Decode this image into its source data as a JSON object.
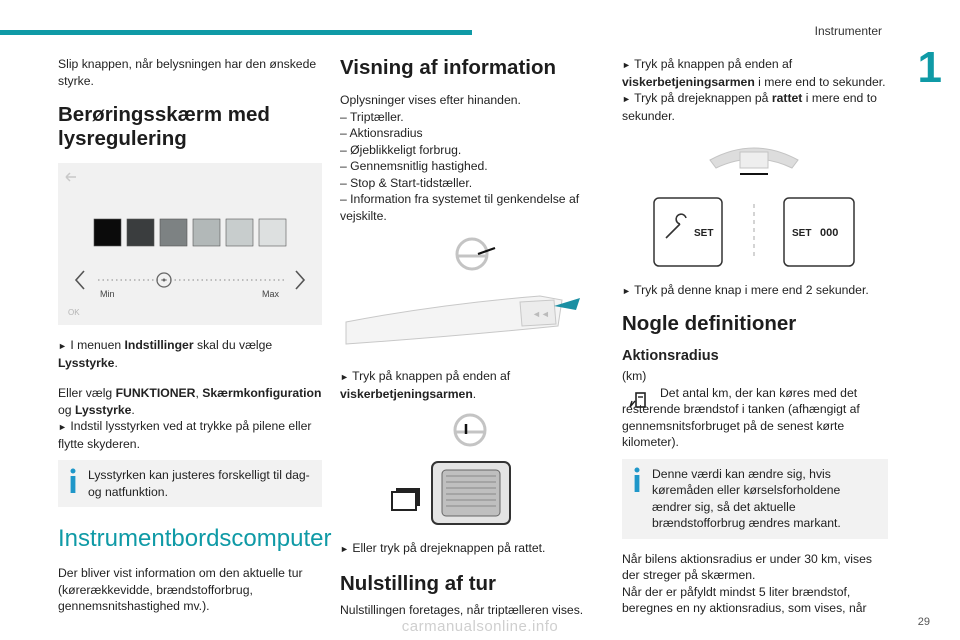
{
  "header": {
    "section": "Instrumenter",
    "chapter": "1",
    "page": "29"
  },
  "watermark": "carmanualsonline.info",
  "col1": {
    "intro": "Slip knappen, når belysningen har den ønskede styrke.",
    "heading": "Berøringsskærm med lysregulering",
    "screen": {
      "min_label": "Min",
      "max_label": "Max",
      "ok_label": "OK",
      "swatch_colors": [
        "#0b0b0b",
        "#3a3d3e",
        "#7d8283",
        "#b2b8b8",
        "#c8cdcd",
        "#dde0e0"
      ]
    },
    "step1_pre": "I menuen ",
    "step1_bold": "Indstillinger",
    "step1_post": " skal du vælge",
    "step1_bold2": "Lysstyrke",
    "or_pre": "Eller vælg ",
    "or_b1": "FUNKTIONER",
    "or_sep": ", ",
    "or_b2": "Skærmkonfiguration",
    "or_mid": " og ",
    "or_b3": "Lysstyrke",
    "step2": "Indstil lysstyrken ved at trykke på pilene eller flytte skyderen.",
    "note": "Lysstyrken kan justeres forskelligt til dag- og natfunktion.",
    "heading2": "Instrumentbordscomputer",
    "para": "Der bliver vist information om den aktuelle tur (kørerækkevidde, brændstofforbrug, gennemsnitshastighed mv.)."
  },
  "col2": {
    "heading": "Visning af information",
    "intro": "Oplysninger vises efter hinanden.",
    "items": [
      "–  Triptæller.",
      "–  Aktionsradius",
      "–  Øjeblikkeligt forbrug.",
      "–  Gennemsnitlig hastighed.",
      "–  Stop & Start-tidstæller.",
      "–  Information fra systemet til genkendelse af vejskilte."
    ],
    "step1_pre": "Tryk på knappen på enden af",
    "step1_bold": "viskerbetjeningsarmen",
    "step2": "Eller tryk på drejeknappen på rattet.",
    "heading2": "Nulstilling af tur",
    "para": "Nulstillingen foretages, når triptælleren vises."
  },
  "col3": {
    "step1_pre": "Tryk på knappen på enden af",
    "step1_bold": "viskerbetjeningsarmen",
    "step1_post": " i mere end to sekunder.",
    "step2_pre": "Tryk på drejeknappen på ",
    "step2_bold": "rattet",
    "step2_post": " i mere end to sekunder.",
    "set_label": "SET",
    "set_value": "000",
    "step3": "Tryk på denne knap i mere end 2 sekunder.",
    "heading": "Nogle definitioner",
    "subheading": "Aktionsradius",
    "unit": "(km)",
    "def": "Det antal km, der kan køres med det resterende brændstof i tanken (afhængigt af gennemsnitsforbruget på de senest kørte kilometer).",
    "note": "Denne værdi kan ændre sig, hvis køremåden eller kørselsforholdene ændrer sig, så det aktuelle brændstofforbrug ændres markant.",
    "para": "Når bilens aktionsradius er under 30 km, vises der streger på skærmen.\nNår der er påfyldt mindst 5 liter brændstof, beregnes en ny aktionsradius, som vises, når"
  }
}
